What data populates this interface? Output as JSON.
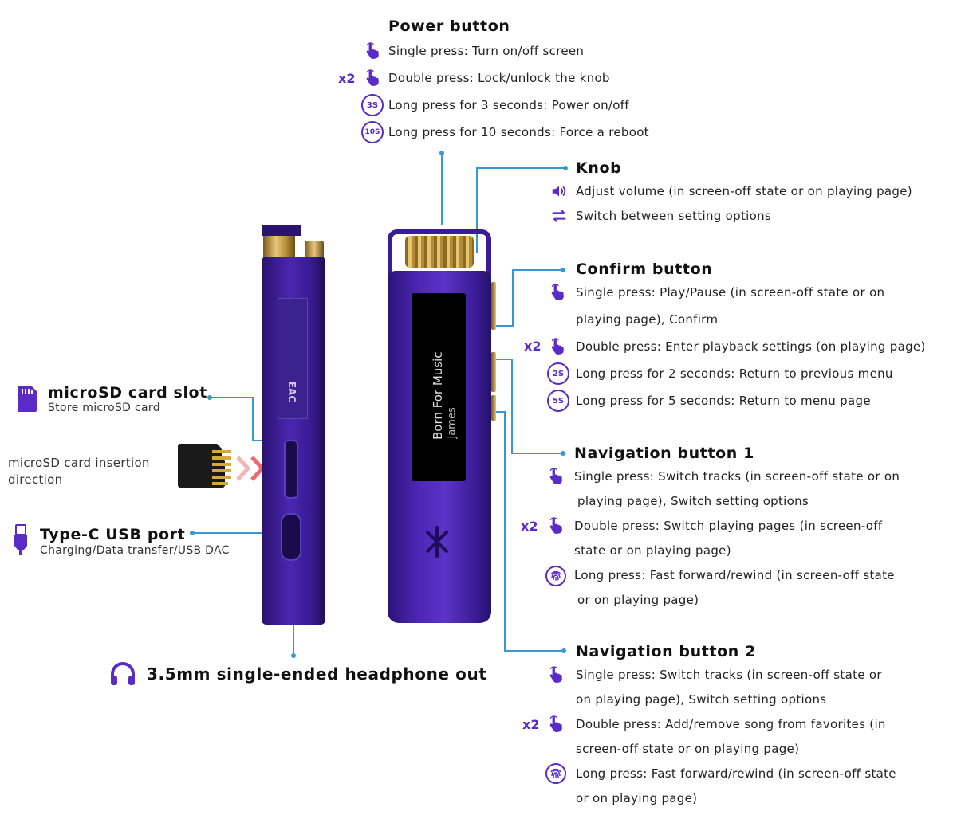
{
  "power": {
    "title": "Power button",
    "single": "Single press: Turn on/off screen",
    "double_prefix": "x2",
    "double": "Double press: Lock/unlock the knob",
    "badge3": "3S",
    "long3": "Long press for 3 seconds: Power on/off",
    "badge10": "10S",
    "long10": "Long press for 10 seconds: Force a reboot"
  },
  "knob": {
    "title": "Knob",
    "volume": "Adjust volume (in screen-off state or on playing page)",
    "switch": "Switch between setting options"
  },
  "confirm": {
    "title": "Confirm button",
    "single_1": "Single press: Play/Pause (in screen-off state or on",
    "single_2": "playing page), Confirm",
    "double_prefix": "x2",
    "double": "Double press: Enter playback settings (on playing page)",
    "badge2": "2S",
    "long2": "Long press for 2 seconds: Return to previous menu",
    "badge5": "5S",
    "long5": "Long press for 5 seconds: Return to menu page"
  },
  "nav1": {
    "title": "Navigation button 1",
    "single_1": "Single press: Switch tracks (in screen-off state or on",
    "single_2": "playing page), Switch setting options",
    "double_prefix": "x2",
    "double_1": "Double press: Switch playing pages (in screen-off",
    "double_2": "state or on playing page)",
    "long_1": "Long press: Fast forward/rewind (in screen-off state",
    "long_2": "or on playing page)"
  },
  "nav2": {
    "title": "Navigation button 2",
    "single_1": "Single press: Switch tracks (in screen-off state or",
    "single_2": "on playing page), Switch setting options",
    "double_prefix": "x2",
    "double_1": "Double press: Add/remove song from favorites (in",
    "double_2": "screen-off state or on playing page)",
    "long_1": "Long press: Fast forward/rewind (in screen-off state",
    "long_2": "or on playing page)"
  },
  "sd": {
    "title": "microSD card slot",
    "sub": "Store microSD card",
    "insert_1": "microSD card insertion",
    "insert_2": "direction"
  },
  "usb": {
    "title": "Type-C USB port",
    "sub": "Charging/Data transfer/USB DAC"
  },
  "headphone": {
    "label": "3.5mm single-ended headphone out"
  },
  "screen": {
    "line1": "Born For Music",
    "line2": "James"
  },
  "device_side_marking": "EAC",
  "colors": {
    "accent": "#5b2bc8",
    "device": "#3b1d8f",
    "leader": "#3a97d6",
    "gold": "#c9a24a"
  }
}
